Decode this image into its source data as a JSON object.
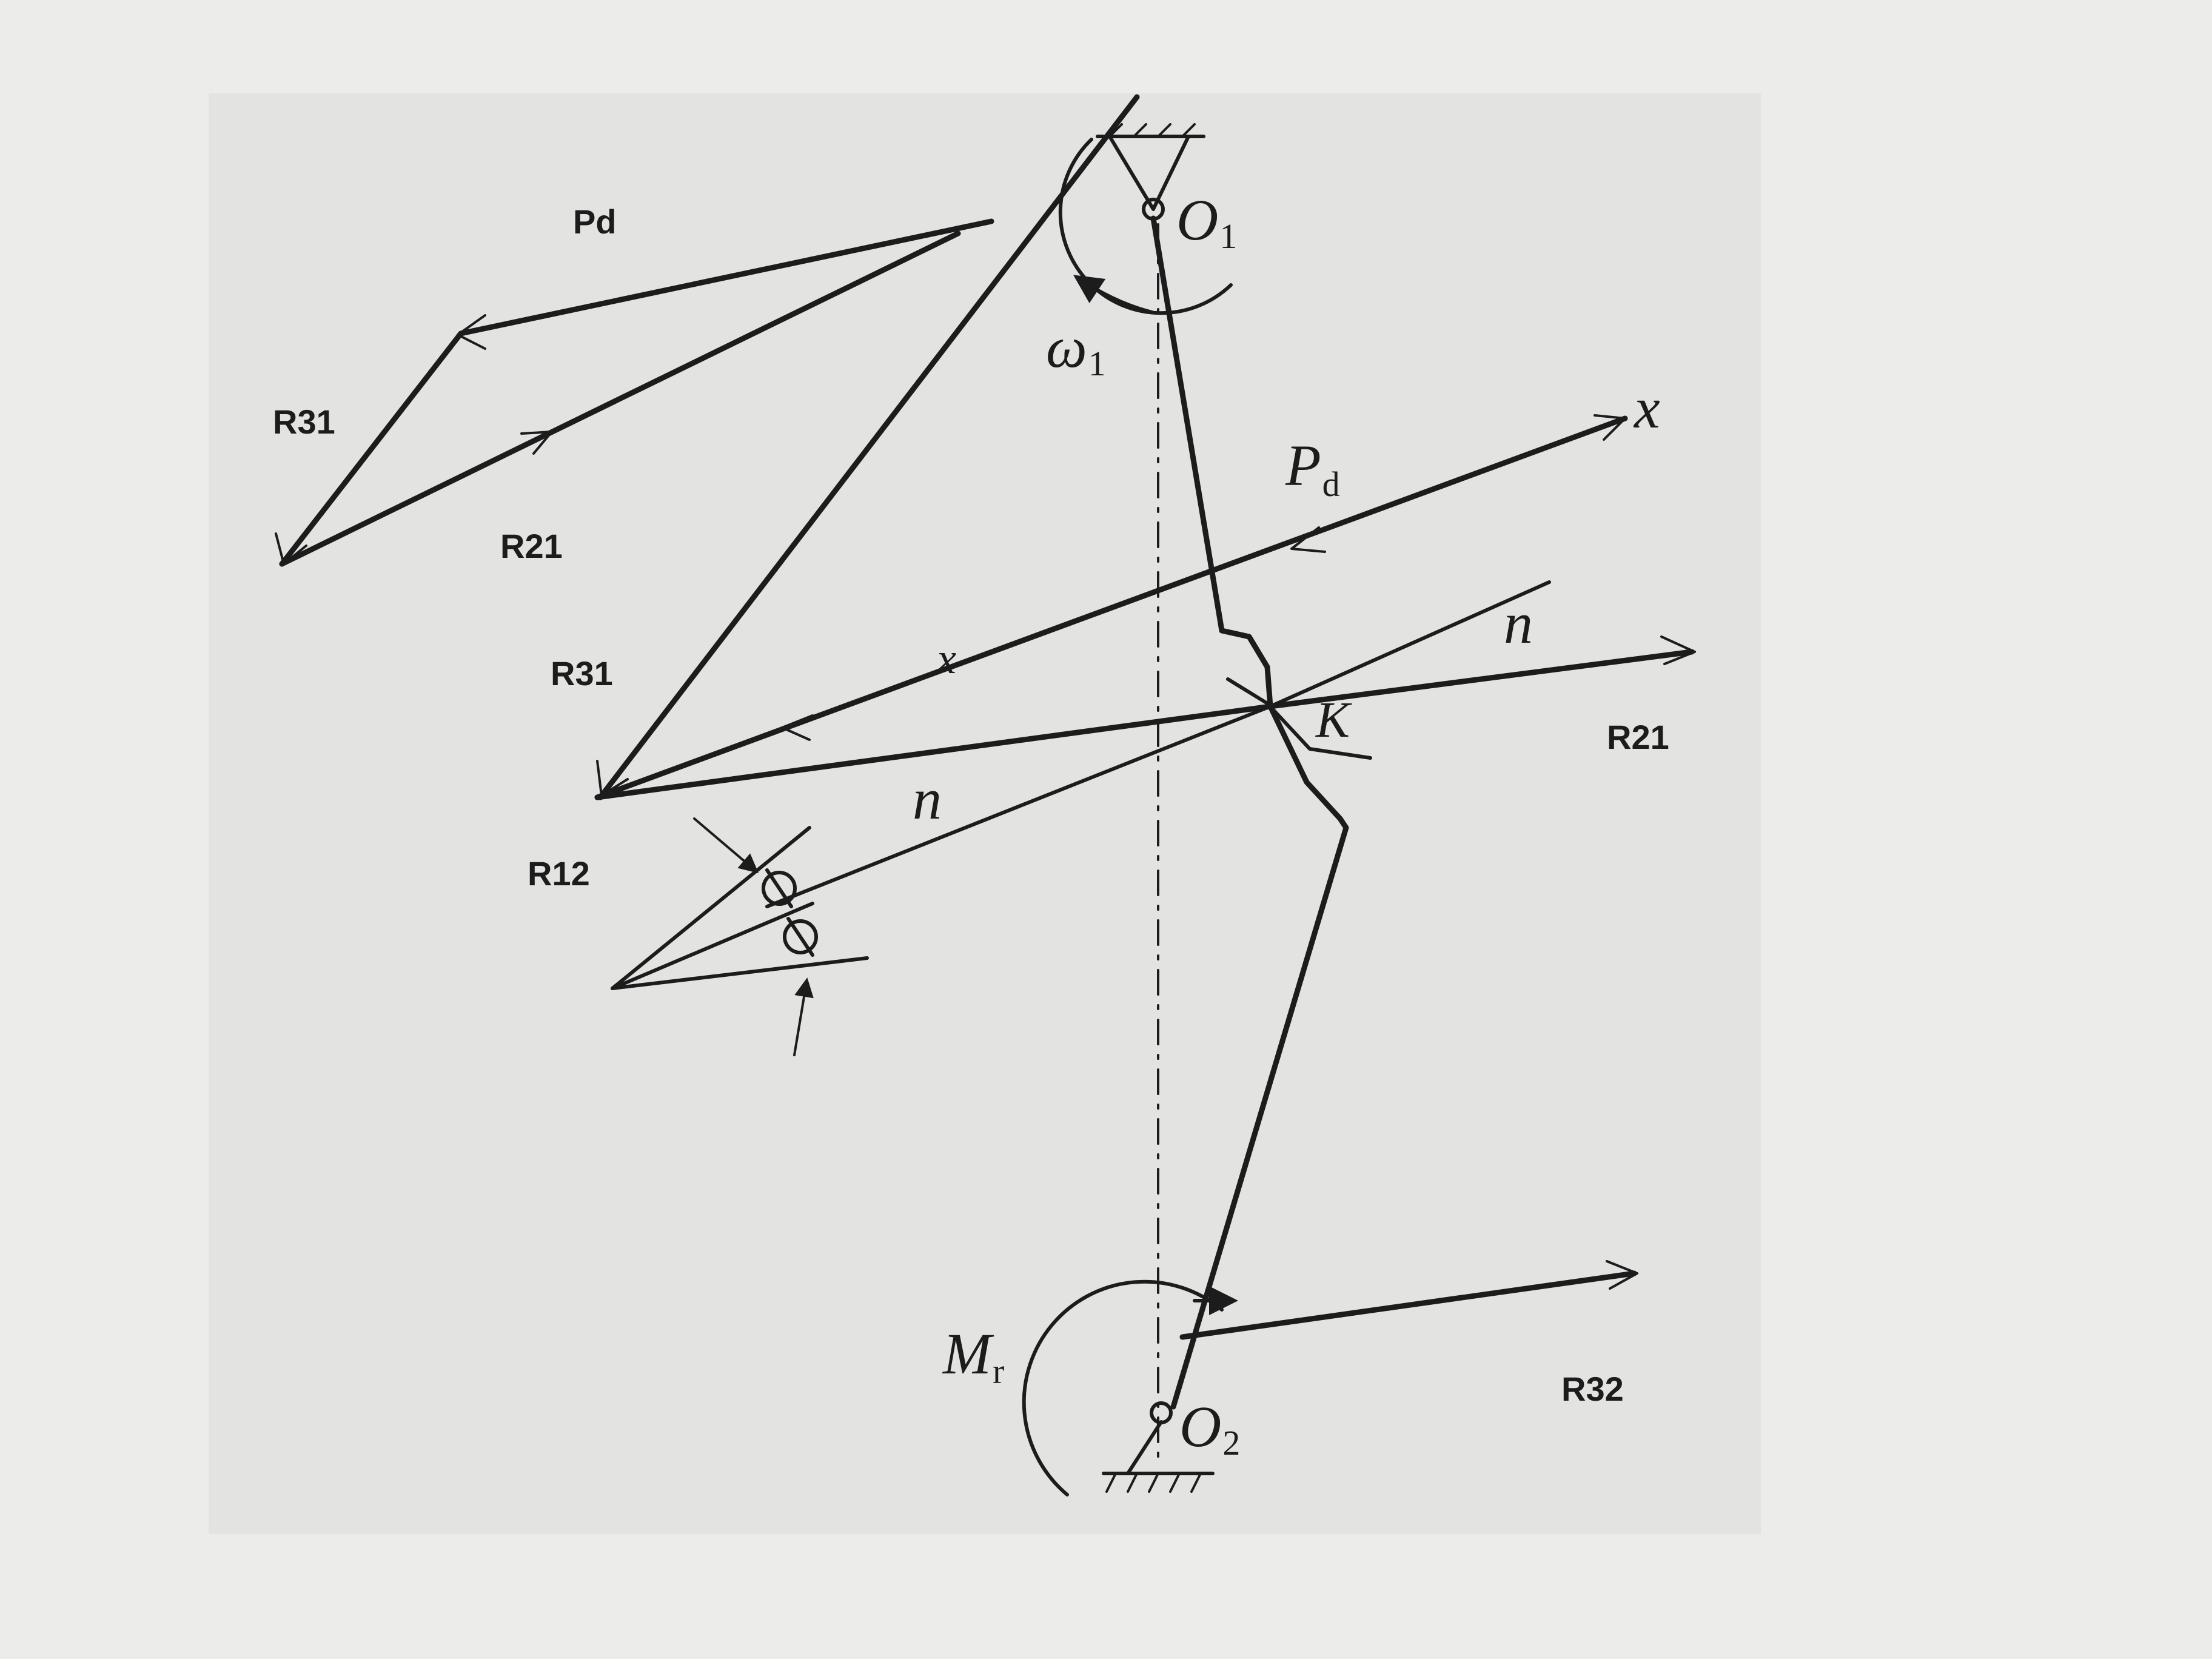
{
  "labels": {
    "pd_triangle": "Pd",
    "r31_triangle": "R31",
    "r21_triangle": "R21",
    "r31_main": "R31",
    "r21_right": "R21",
    "r12": "R12",
    "r32": "R32",
    "o1": {
      "main": "O",
      "sub": "1"
    },
    "o2": {
      "main": "O",
      "sub": "2"
    },
    "omega1": {
      "main": "ω",
      "sub": "1"
    },
    "pd_main": {
      "main": "P",
      "sub": "d"
    },
    "x_right": "x",
    "x_line": "x",
    "n_upper": "n",
    "n_lower": "n",
    "k": "K",
    "mr": {
      "main": "M",
      "sub": "r"
    }
  },
  "colors": {
    "ink": "#1c1c1c",
    "paper": "#ececea",
    "panel": "#e3e3e1"
  }
}
